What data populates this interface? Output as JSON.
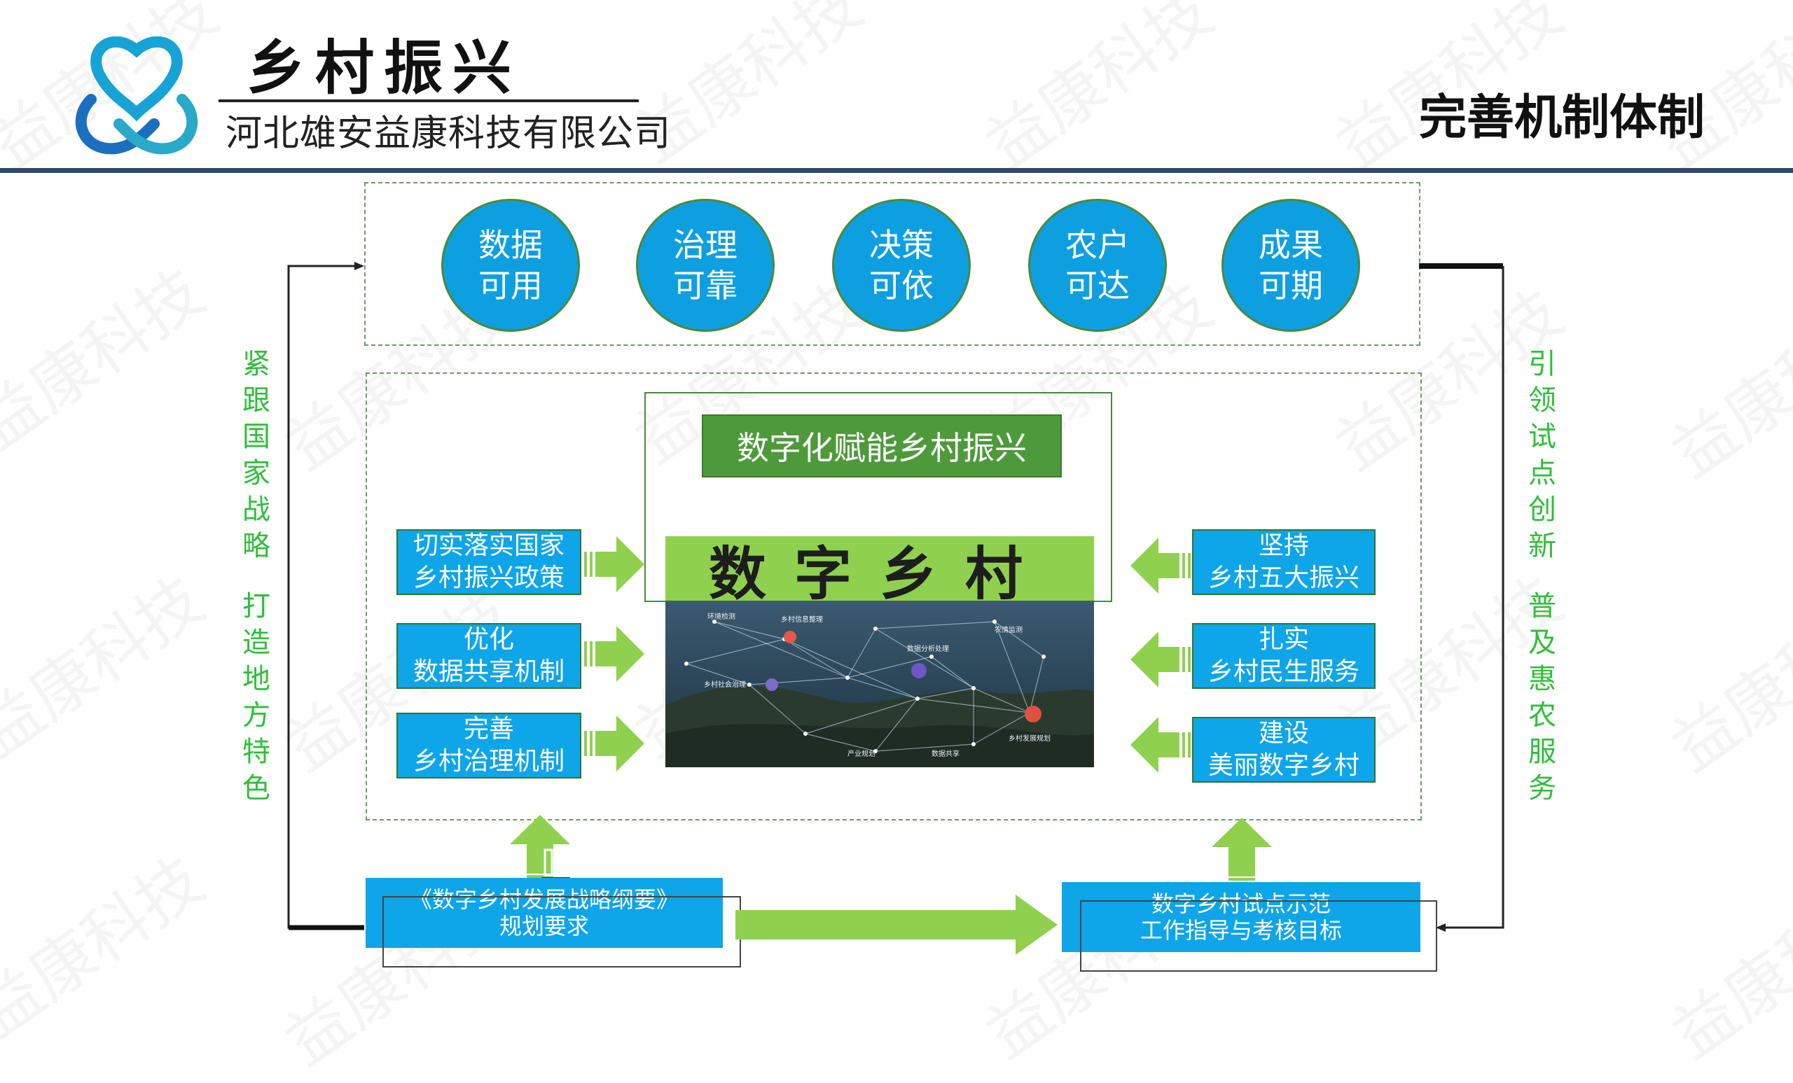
{
  "header": {
    "brand_name": "乡村振兴",
    "company": "河北雄安益康科技有限公司",
    "section_title": "完善机制体制"
  },
  "watermark": "益康科技",
  "goals": [
    {
      "line1": "数据",
      "line2": "可用"
    },
    {
      "line1": "治理",
      "line2": "可靠"
    },
    {
      "line1": "决策",
      "line2": "可依"
    },
    {
      "line1": "农户",
      "line2": "可达"
    },
    {
      "line1": "成果",
      "line2": "可期"
    }
  ],
  "left_vertical": [
    "紧",
    "跟",
    "国",
    "家",
    "战",
    "略",
    "",
    "打",
    "造",
    "地",
    "方",
    "特",
    "色"
  ],
  "right_vertical": [
    "引",
    "领",
    "试",
    "点",
    "创",
    "新",
    "",
    "普",
    "及",
    "惠",
    "农",
    "服",
    "务"
  ],
  "center": {
    "banner": "数字化赋能乡村振兴",
    "title": "数字乡村",
    "photo_labels": [
      "乡村信息整理",
      "数据分析处理",
      "乡村社会治理",
      "乡村发展规划",
      "农情监测",
      "环境检测",
      "产业规划",
      "数据共享"
    ]
  },
  "left_boxes": [
    {
      "line1": "切实落实国家",
      "line2": "乡村振兴政策"
    },
    {
      "line1": "优化",
      "line2": "数据共享机制"
    },
    {
      "line1": "完善",
      "line2": "乡村治理机制"
    }
  ],
  "right_boxes": [
    {
      "line1": "坚持",
      "line2": "乡村五大振兴"
    },
    {
      "line1": "扎实",
      "line2": "乡村民生服务"
    },
    {
      "line1": "建设",
      "line2": "美丽数字乡村"
    }
  ],
  "bottom_left": {
    "line1": "《数字乡村发展战略纲要》",
    "line2": "规划要求"
  },
  "bottom_right": {
    "line1": "数字乡村试点示范",
    "line2": "工作指导与考核目标"
  },
  "colors": {
    "accent_blue": "#0ea5e9",
    "green": "#8fd14f",
    "dark_green": "#4e9a3a",
    "text_green": "#2fbf3a",
    "divider": "#2e4a6b"
  }
}
